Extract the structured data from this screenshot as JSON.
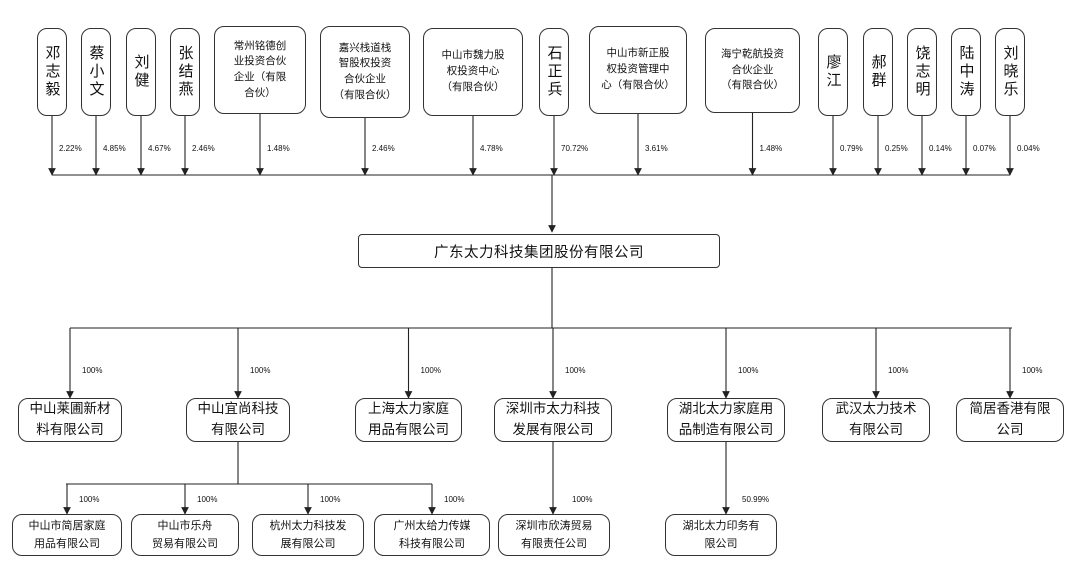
{
  "main_company": "广东太力科技集团股份有限公司",
  "shareholders": [
    {
      "name": "邓志毅",
      "pct": "2.22%",
      "vertical": true
    },
    {
      "name": "蔡小文",
      "pct": "4.85%",
      "vertical": true
    },
    {
      "name": "刘健",
      "pct": "4.67%",
      "vertical": true
    },
    {
      "name": "张结燕",
      "pct": "2.46%",
      "vertical": true
    },
    {
      "name": "常州铭德创\n业投资合伙\n企业（有限\n合伙）",
      "pct": "1.48%",
      "vertical": false
    },
    {
      "name": "嘉兴栈道栈\n智股权投资\n合伙企业\n（有限合伙）",
      "pct": "2.46%",
      "vertical": false
    },
    {
      "name": "中山市魏力股\n权投资中心\n（有限合伙）",
      "pct": "4.78%",
      "vertical": false
    },
    {
      "name": "石正兵",
      "pct": "70.72%",
      "vertical": true
    },
    {
      "name": "中山市新正股\n权投资管理中\n心（有限合伙）",
      "pct": "3.61%",
      "vertical": false
    },
    {
      "name": "海宁乾航投资\n合伙企业\n（有限合伙）",
      "pct": "1.48%",
      "vertical": false
    },
    {
      "name": "廖江",
      "pct": "0.79%",
      "vertical": true
    },
    {
      "name": "郝群",
      "pct": "0.25%",
      "vertical": true
    },
    {
      "name": "饶志明",
      "pct": "0.14%",
      "vertical": true
    },
    {
      "name": "陆中涛",
      "pct": "0.07%",
      "vertical": true
    },
    {
      "name": "刘晓乐",
      "pct": "0.04%",
      "vertical": true
    }
  ],
  "subsidiaries": [
    {
      "name": "中山莱圃新材\n料有限公司",
      "pct": "100%"
    },
    {
      "name": "中山宜尚科技\n有限公司",
      "pct": "100%"
    },
    {
      "name": "上海太力家庭\n用品有限公司",
      "pct": "100%"
    },
    {
      "name": "深圳市太力科技\n发展有限公司",
      "pct": "100%"
    },
    {
      "name": "湖北太力家庭用\n品制造有限公司",
      "pct": "100%"
    },
    {
      "name": "武汉太力技术\n有限公司",
      "pct": "100%"
    },
    {
      "name": "简居香港有限\n公司",
      "pct": "100%"
    }
  ],
  "second_level": [
    {
      "name": "中山市简居家庭\n用品有限公司",
      "pct": "100%"
    },
    {
      "name": "中山市乐舟\n贸易有限公司",
      "pct": "100%"
    },
    {
      "name": "杭州太力科技发\n展有限公司",
      "pct": "100%"
    },
    {
      "name": "广州太给力传媒\n科技有限公司",
      "pct": "100%"
    },
    {
      "name": "深圳市欣涛贸易\n有限责任公司",
      "pct": "100%"
    },
    {
      "name": "湖北太力印务有\n限公司",
      "pct": "50.99%"
    }
  ]
}
